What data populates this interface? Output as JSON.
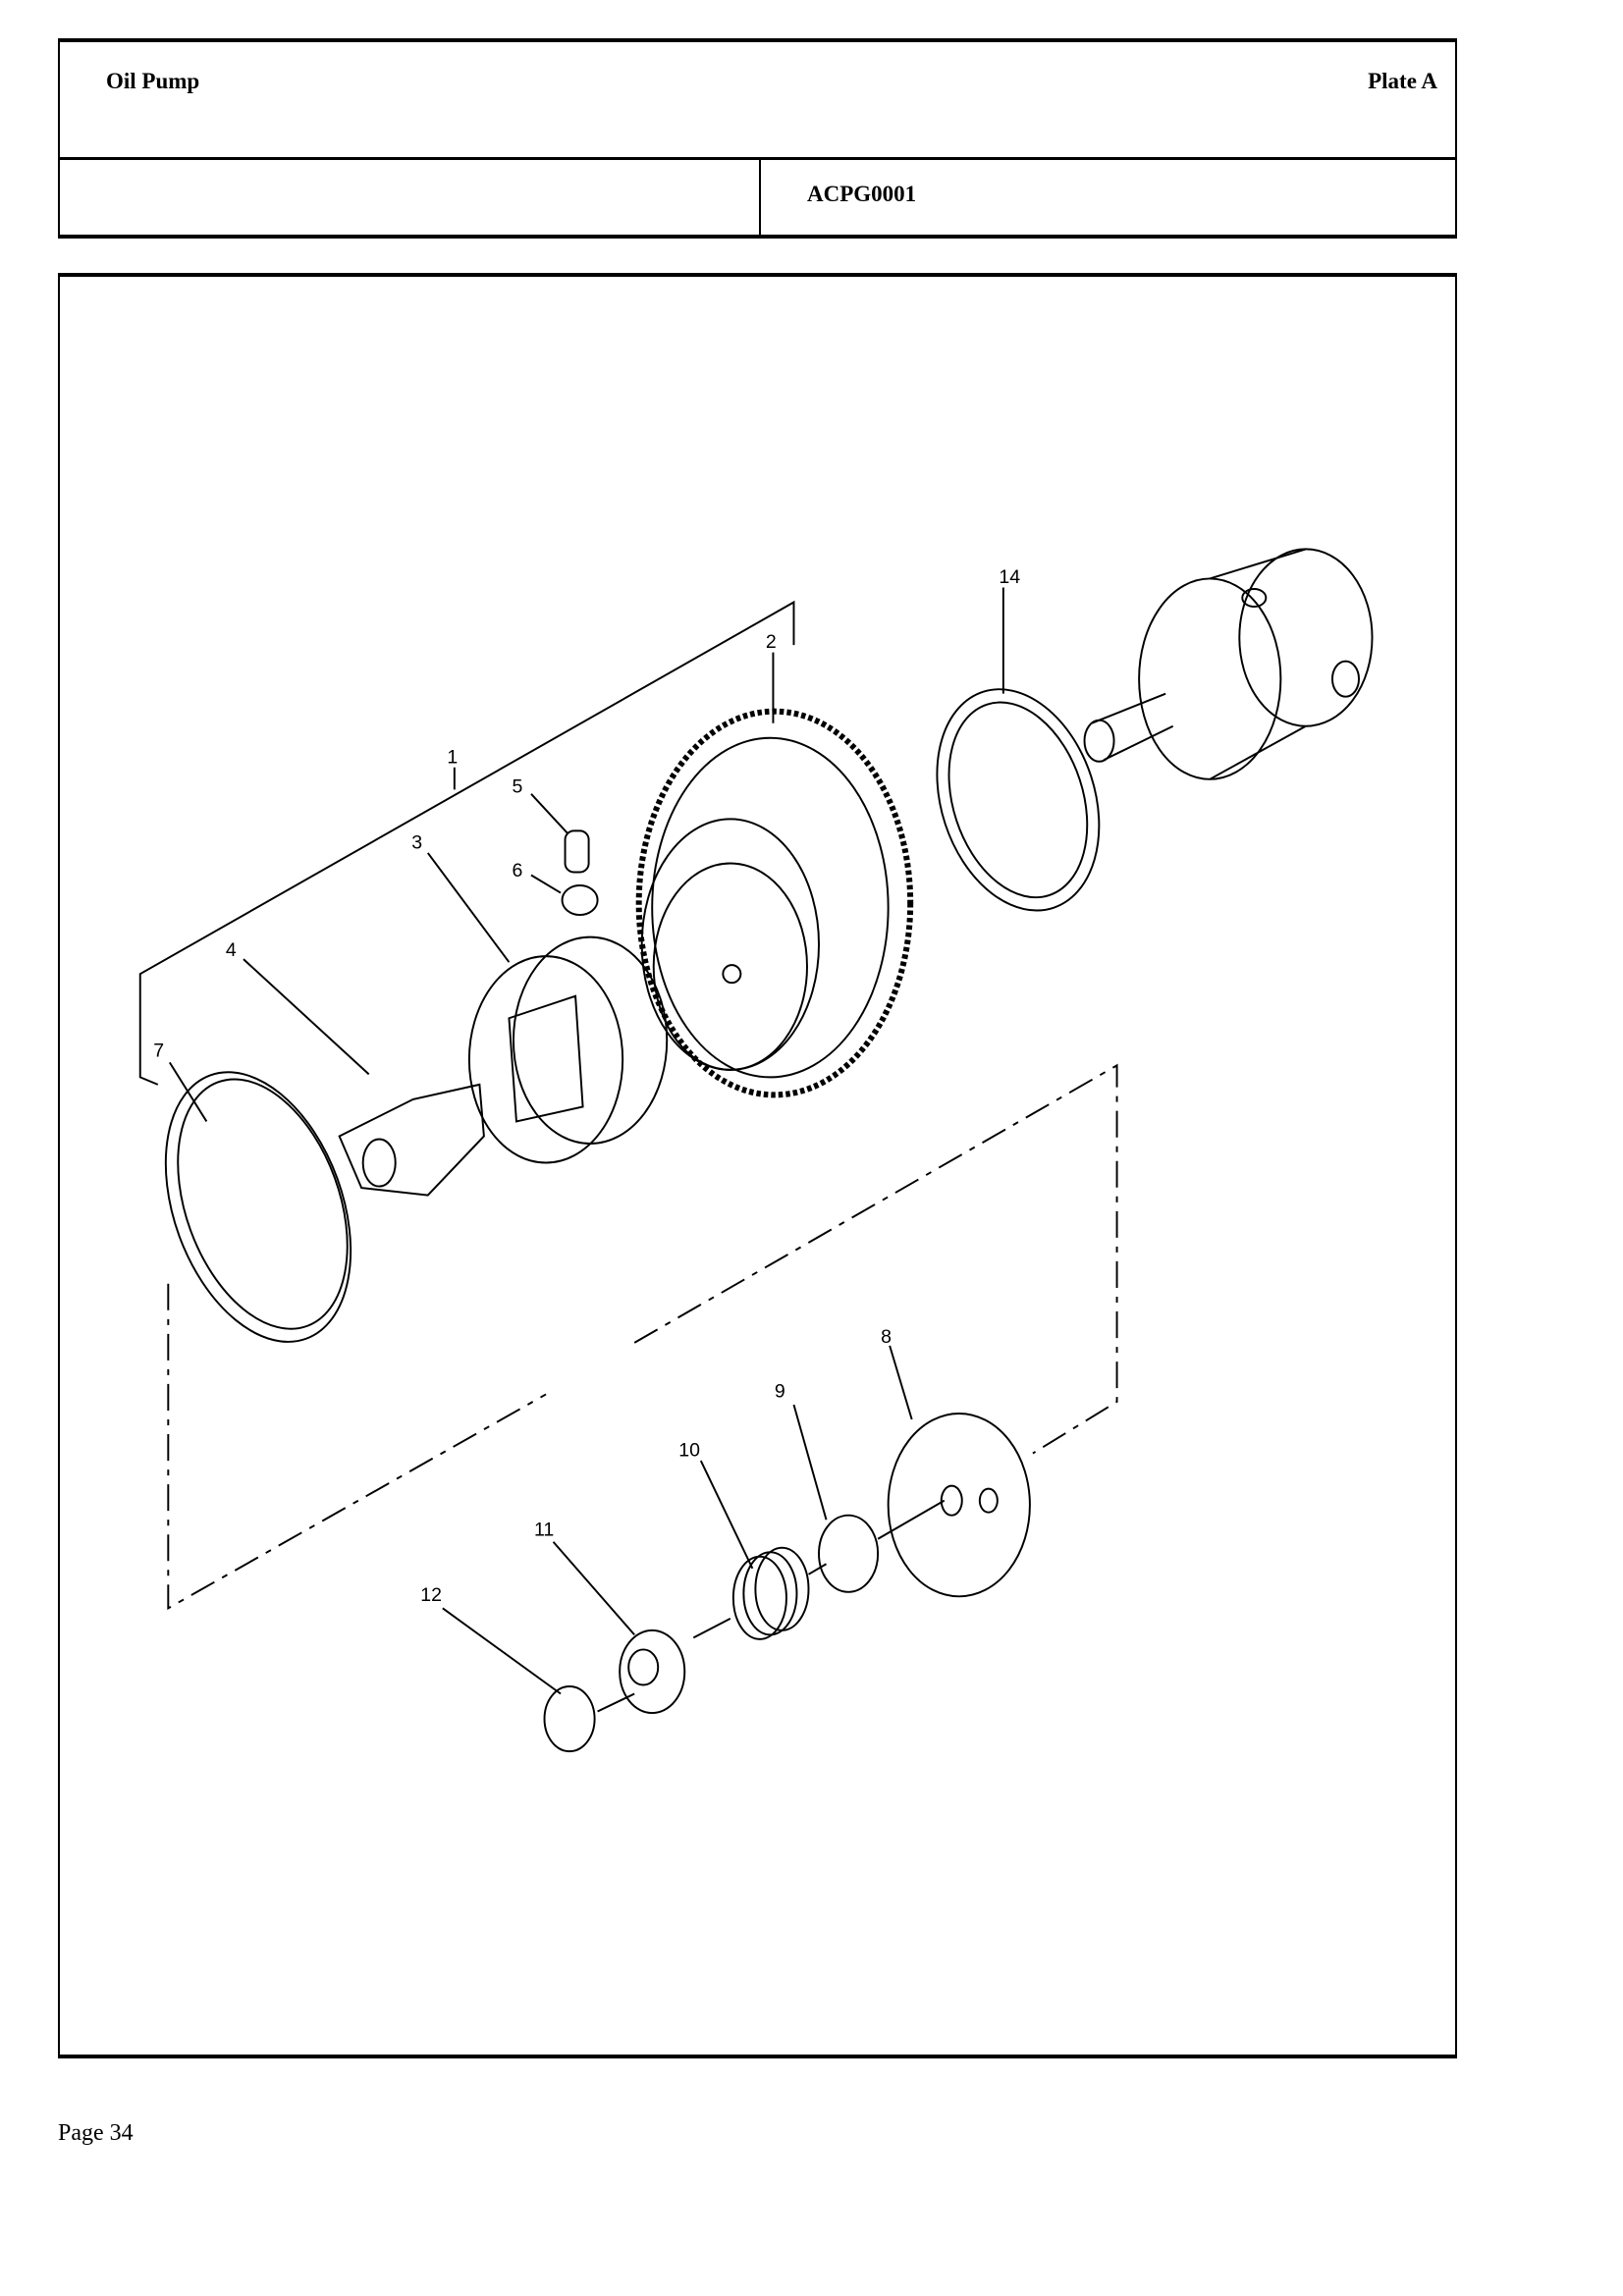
{
  "header": {
    "title": "Oil Pump",
    "plate": "Plate A",
    "code": "ACPG0001"
  },
  "callouts": [
    "1",
    "2",
    "3",
    "4",
    "5",
    "6",
    "7",
    "8",
    "9",
    "10",
    "11",
    "12",
    "14"
  ],
  "footer": {
    "page": "Page 34"
  }
}
